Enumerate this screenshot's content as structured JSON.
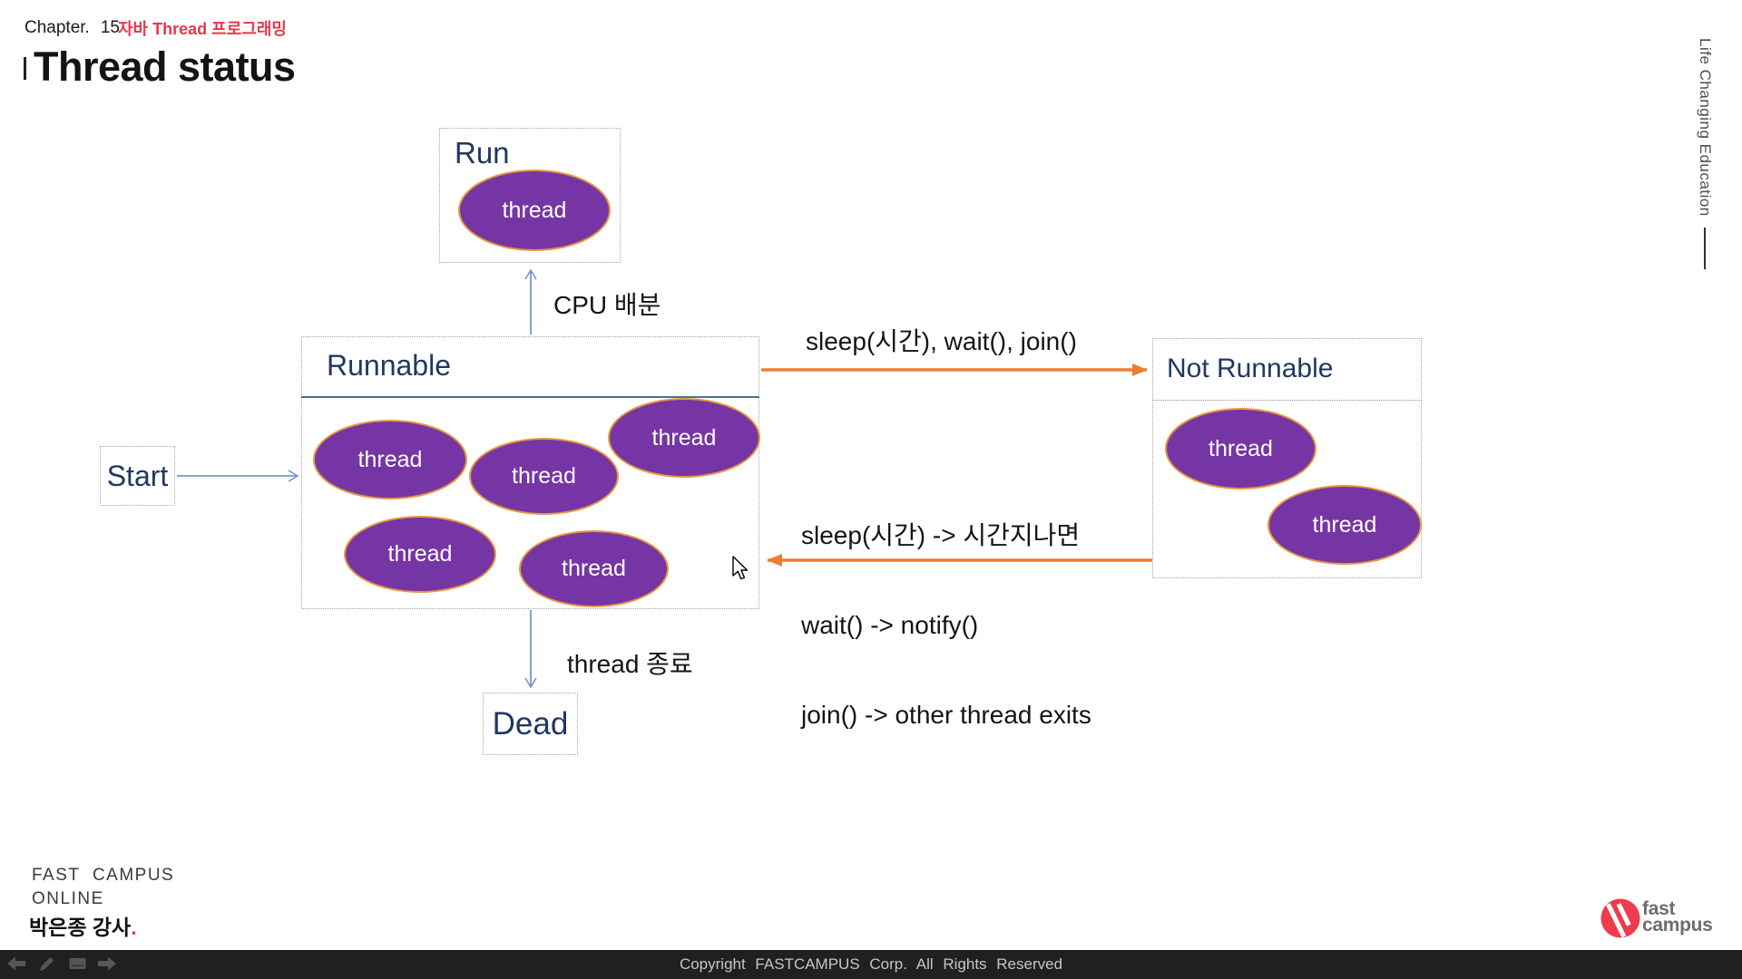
{
  "header": {
    "chapter_label": "Chapter.",
    "chapter_number": "15",
    "course_title": "자바 Thread 프로그래밍",
    "page_title": "Thread status"
  },
  "sidebar": {
    "tagline": "Life Changing Education"
  },
  "diagram": {
    "start": {
      "label": "Start"
    },
    "run": {
      "title": "Run",
      "threads": [
        "thread"
      ]
    },
    "runnable": {
      "title": "Runnable",
      "threads": [
        "thread",
        "thread",
        "thread",
        "thread",
        "thread"
      ]
    },
    "not_runnable": {
      "title": "Not Runnable",
      "threads": [
        "thread",
        "thread"
      ]
    },
    "dead": {
      "label": "Dead"
    },
    "labels": {
      "cpu_dispatch": "CPU 배분",
      "to_not_runnable": "sleep(시간), wait(), join()",
      "wake_conditions": [
        "sleep(시간) -> 시간지나면",
        "wait() -> notify()",
        "join() -> other thread exits"
      ],
      "terminate": "thread 종료"
    }
  },
  "footer": {
    "brand_line1": "FAST CAMPUS",
    "brand_line2": "ONLINE",
    "instructor": "박은종 강사",
    "instructor_period": ".",
    "copyright": "Copyright FASTCAMPUS Corp. All Rights Reserved",
    "logo_line1": "fast",
    "logo_line2": "campus"
  },
  "colors": {
    "thread_fill": "#7635a4",
    "thread_border": "#e3973f",
    "state_title_navy": "#1f3864",
    "arrow_blue": "#7596cc",
    "arrow_orange": "#ed7d31",
    "accent_red": "#e5394b",
    "bottom_bar": "#202020"
  }
}
